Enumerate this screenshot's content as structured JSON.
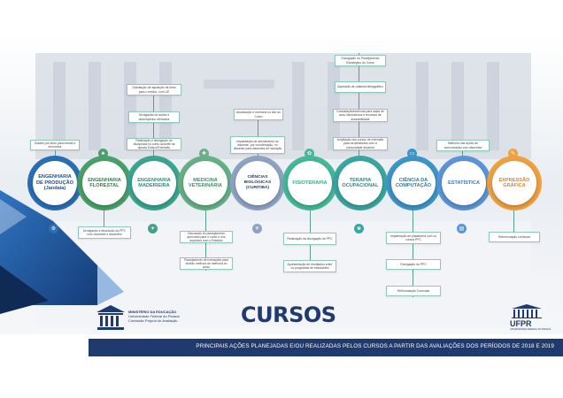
{
  "title": "CURSOS",
  "footer": "PRINCIPAIS AÇÕES PLANEJADAS E/OU REALIZADAS PELOS CURSOS A PARTIR DAS AVALIAÇÕES DOS PERÍODOS DE 2018 E 2019",
  "mec": {
    "line1": "MINISTÉRIO DA EDUCAÇÃO",
    "line2": "Universidade Federal do Paraná",
    "line3": "Comissão Própria de Avaliação"
  },
  "ufpr": {
    "name": "UFPR",
    "sub": "UNIVERSIDADE FEDERAL DO PARANÁ"
  },
  "courses": [
    {
      "label": "ENGENHARIA DE PRODUÇÃO (Jandaia)",
      "color": "#1e4f8c",
      "ring": "#2a6fb5",
      "icon": "gears-icon",
      "glyph": "⚙"
    },
    {
      "label": "ENGENHARIA FLORESTAL",
      "color": "#2e7d4f",
      "ring": "#49a06a",
      "icon": "tree-icon",
      "glyph": "♣"
    },
    {
      "label": "ENGENHARIA MADEIREIRA",
      "color": "#2e8a7a",
      "ring": "#3aa68f",
      "icon": "wood-icon",
      "glyph": "✦"
    },
    {
      "label": "MEDICINA VETERINÁRIA",
      "color": "#3f8f6c",
      "ring": "#66b086",
      "icon": "vet-icon",
      "glyph": "✚"
    },
    {
      "label": "CIÊNCIAS BIOLÓGICAS (CURITIBA)",
      "color": "#2a3a55",
      "ring": "#8ea3c4",
      "icon": "dna-icon",
      "glyph": "✳"
    },
    {
      "label": "FISIOTERAPIA",
      "color": "#3aa88a",
      "ring": "#45b89a",
      "icon": "physio-icon",
      "glyph": "✿"
    },
    {
      "label": "TERAPIA OCUPACIONAL",
      "color": "#2d8a86",
      "ring": "#3aa6a0",
      "icon": "hands-icon",
      "glyph": "❀"
    },
    {
      "label": "CIÊNCIA DA COMPUTAÇÃO",
      "color": "#2c7ba8",
      "ring": "#3d95c8",
      "icon": "computer-icon",
      "glyph": "▭"
    },
    {
      "label": "ESTATÍSTICA",
      "color": "#3a78c2",
      "ring": "#5b95d8",
      "icon": "chart-icon",
      "glyph": "▤"
    },
    {
      "label": "EXPRESSÃO GRÁFICA",
      "color": "#e0852a",
      "ring": "#f0a040",
      "icon": "pencil-icon",
      "glyph": "✎"
    }
  ],
  "boxes": [
    "Grades por título para mesas e encontros",
    "Divulgação e discussão do PPC com docentes e discentes",
    "Solicitação de aquisição de itens para o ensino, com UE",
    "Divulgação de ações e desempenho ofertados",
    "Realização e divulgação de disciplinas no curso durante na aposta Ensino/Extensão",
    "Discussão do planejamento aprovado para o curso e nos aspectos com o Estatuto",
    "Planejamento de formações para divisão melhora de melhoria do curso",
    "Atualização e melhoria no site do Curso",
    "Implantação de atendimento ao discente, por coordenação, no discente para discentes de iniciação",
    "Realização da divulgação do PPC",
    "Apresentação de resultados entre os programas de estudantes",
    "Divulgação do Planejamento Estratégico do Curso",
    "Aquisição de material bibliográfico",
    "Contratação/melhoria para salas de aula, laboratórios e recursos de acessibilidade",
    "Ampliação dos cursos de extensão para as atividades com a comunidade discente",
    "Implantação de plataforma com os cursos PPC",
    "Divulgação do PPC",
    "Reformulação Curricular",
    "Melhoria nas ações de comunicação com discentes",
    "Reformulação curricular"
  ]
}
